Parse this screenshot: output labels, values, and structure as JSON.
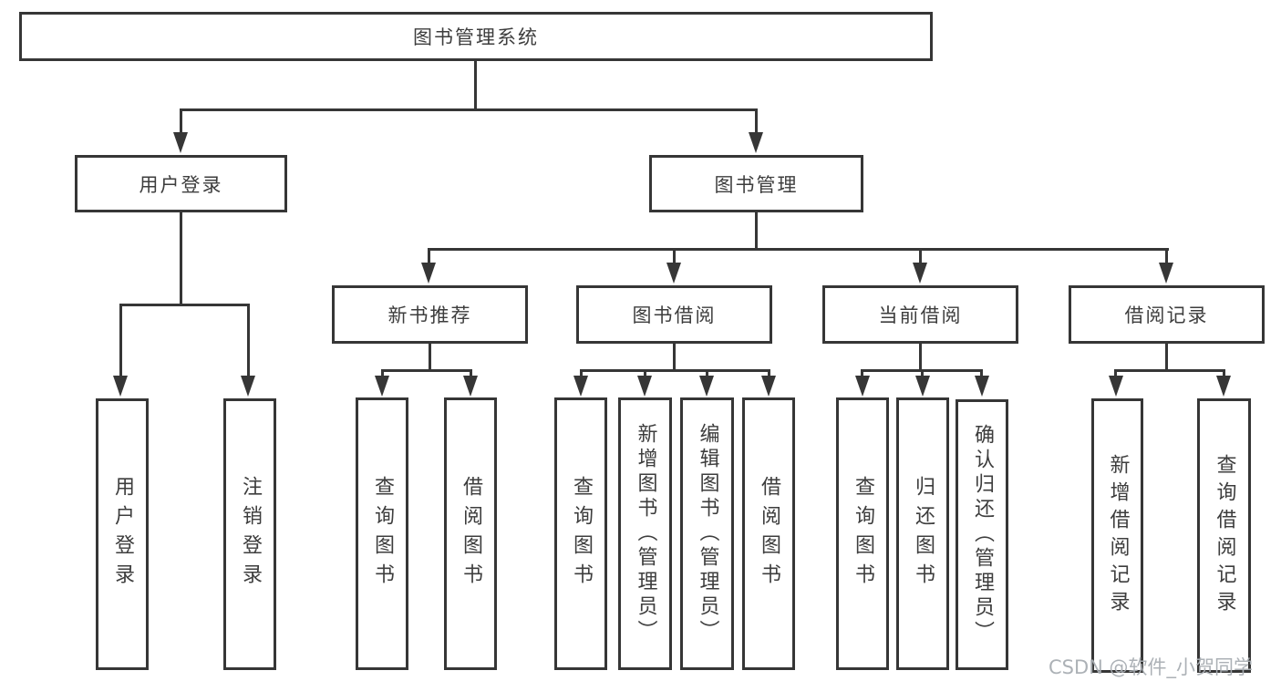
{
  "diagram_title": "图书管理系统",
  "nodes": {
    "root": "图书管理系统",
    "user_login": "用户登录",
    "book_mgmt": "图书管理",
    "new_books": "新书推荐",
    "book_borrow": "图书借阅",
    "current_borrow": "当前借阅",
    "borrow_records": "借阅记录",
    "leaves": {
      "ul_login": "用户登录",
      "ul_logout": "注销登录",
      "nb_query": "查询图书",
      "nb_borrow": "借阅图书",
      "bb_query": "查询图书",
      "bb_add": "新增图书（管理员）",
      "bb_edit": "编辑图书（管理员）",
      "bb_borrow": "借阅图书",
      "cb_query": "查询图书",
      "cb_return": "归还图书",
      "cb_confirm": "确认归还（管理员）",
      "br_add": "新增借阅记录",
      "br_query": "查询借阅记录"
    }
  },
  "watermark": "CSDN @软件_小贺同学",
  "colors": {
    "line": "#363636",
    "text": "#3d3d3d",
    "background": "#ffffff",
    "watermark": "#a8adb2"
  }
}
